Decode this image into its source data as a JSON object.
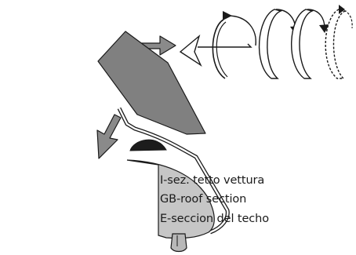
{
  "captions": {
    "italian": "I-sez. tetto vettura",
    "english": "GB-roof section",
    "spanish": "E-seccion del techo"
  },
  "colors": {
    "deflector_fill": "#808080",
    "roof_fill": "#c6c6c6",
    "arrow_fill": "#8a8a8a",
    "clip_fill": "#1c1c1c",
    "outline": "#1a1a1a"
  },
  "icons": {
    "insert_arrow": "arrow-right-icon",
    "slide_arrow": "arrow-down-left-icon",
    "clip_rotation_steps": [
      "rotate-clip-icon",
      "rotate-clip-icon",
      "rotate-clip-icon",
      "rotate-clip-dashed-icon"
    ]
  }
}
